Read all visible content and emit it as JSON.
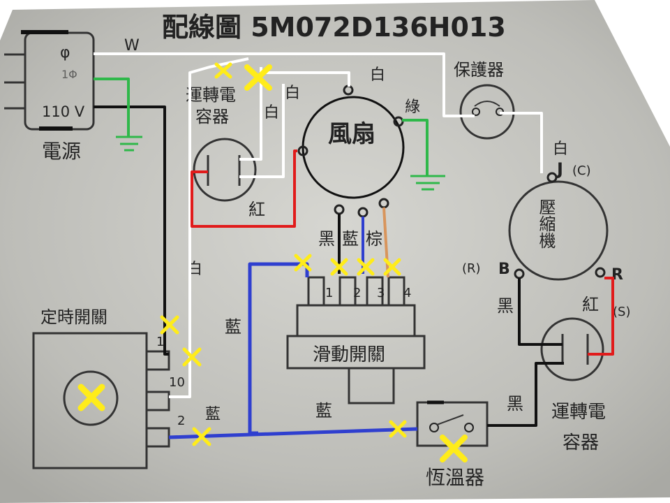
{
  "title": "配線圖 5M072D136H013",
  "labels": {
    "phase": "φ",
    "phase_num": "1Φ",
    "voltage": "110 V",
    "power": "電源",
    "wire_w": "W",
    "run_cap_top": "運轉電",
    "run_cap_bottom": "容器",
    "white": "白",
    "green": "綠",
    "red": "紅",
    "fan": "風扇",
    "black": "黑",
    "blue": "藍",
    "brown": "棕",
    "protector": "保護器",
    "j": "J",
    "c": "(C)",
    "compressor": "壓縮機",
    "b": "B",
    "r_paren": "(R)",
    "r": "R",
    "s_paren": "(S)",
    "timer": "定時開關",
    "t1": "1",
    "t10": "10",
    "t2": "2",
    "slide_switch": "滑動開關",
    "s1": "1",
    "s2": "2",
    "s3": "3",
    "s4": "4",
    "thermostat": "恆溫器"
  },
  "colors": {
    "black_wire": "#111111",
    "white_wire": "#ffffff",
    "green_wire": "#2fb84a",
    "red_wire": "#e11b1b",
    "blue_wire": "#2f3fcf",
    "brown_wire": "#d8955c",
    "marker": "#ffec1a"
  }
}
